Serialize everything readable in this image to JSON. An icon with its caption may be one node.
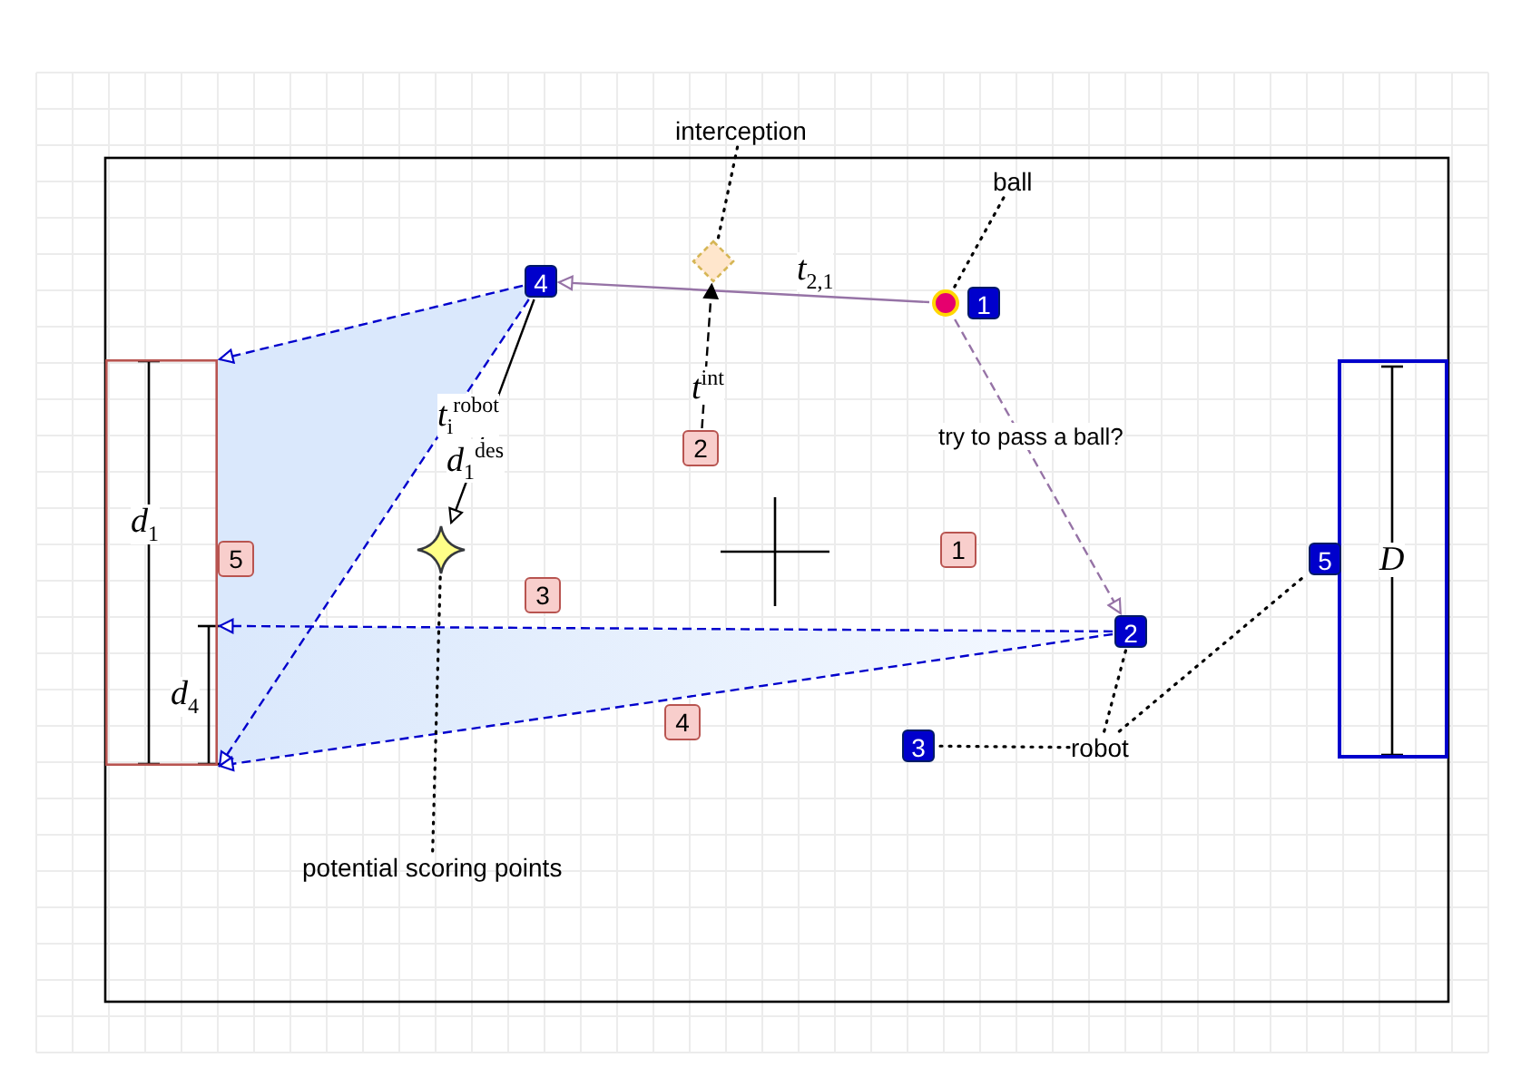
{
  "diagram": {
    "nodes": [
      {
        "text": [
          "interception"
        ]
      },
      {
        "text": [
          "ball"
        ]
      },
      {
        "text": [
          "4"
        ]
      },
      {
        "text": [],
        "shape": "diamond"
      },
      {
        "text": [],
        "shape": "circle"
      },
      {
        "text": [
          "1"
        ]
      },
      {
        "text": [
          "2"
        ]
      },
      {
        "text": [],
        "shape": "box"
      },
      {
        "text": [],
        "shape": "star"
      },
      {
        "text": [
          "5"
        ]
      },
      {
        "text": [
          "2"
        ]
      },
      {
        "text": [
          "3"
        ]
      },
      {
        "text": [
          "robot"
        ]
      },
      {
        "text": [],
        "shape": "box"
      },
      {
        "text": [
          "potential scoring points"
        ]
      },
      {
        "text": [
          "1"
        ]
      },
      {
        "text": [
          "5"
        ]
      },
      {
        "text": [
          "3"
        ]
      },
      {
        "text": [
          "4"
        ]
      }
    ],
    "edges": [
      {
        "from": 0,
        "to": 3,
        "arrow": "none",
        "style": "dashed"
      },
      {
        "from": 1,
        "to": 4,
        "arrow": "none",
        "style": "dashed"
      },
      {
        "from": 4,
        "to": 2,
        "arrow": "to",
        "color": "#9673a6",
        "label": "t$_{2,1}$"
      },
      {
        "from": 4,
        "to": 10,
        "arrow": "to",
        "style": "dashed",
        "color": "#9673a6",
        "label": "try to pass a ball?"
      },
      {
        "from": 6,
        "to": 3,
        "arrow": "to",
        "style": "dashed",
        "label": "t$^{int}$"
      },
      {
        "from": 2,
        "to": 8,
        "arrow": "to",
        "label": "d$_{1}$$^{des}$"
      },
      {
        "from": 2,
        "to": 7,
        "arrow": "to",
        "style": "dashed",
        "color": "#0000cc"
      },
      {
        "from": 2,
        "to": 7,
        "arrow": "to",
        "style": "dashed",
        "color": "#0000cc",
        "label": "t$_{i}$$^{robot}$"
      },
      {
        "from": 10,
        "to": 7,
        "arrow": "to",
        "style": "dashed",
        "color": "#0000cc"
      },
      {
        "from": 10,
        "to": 7,
        "arrow": "to",
        "style": "dashed",
        "color": "#0000cc"
      },
      {
        "from": 12,
        "to": 10,
        "arrow": "none",
        "style": "dashed"
      },
      {
        "from": 12,
        "to": 11,
        "arrow": "none",
        "style": "dashed"
      },
      {
        "from": 12,
        "to": 9,
        "arrow": "none",
        "style": "dashed"
      },
      {
        "from": 14,
        "to": 8,
        "arrow": "none",
        "style": "dashed"
      }
    ],
    "labels": [
      "d$_{1}$",
      "D",
      "d$_{4}$"
    ]
  }
}
